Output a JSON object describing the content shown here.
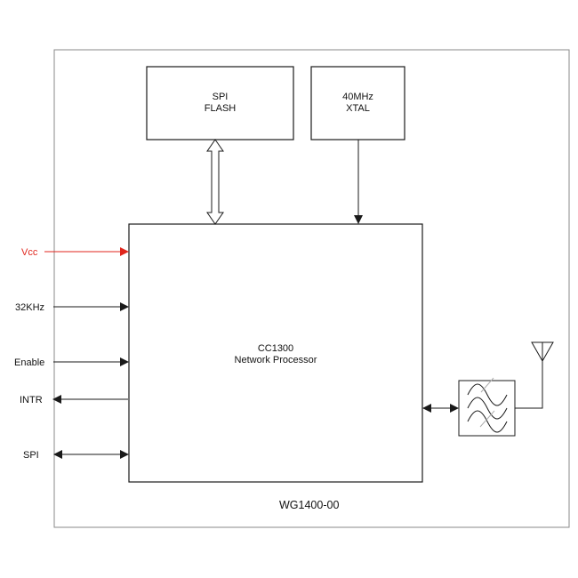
{
  "module_label": "WG1400-00",
  "blocks": {
    "spi_flash": [
      "SPI",
      "FLASH"
    ],
    "xtal": [
      "40MHz",
      "XTAL"
    ],
    "processor": [
      "CC1300",
      "Network Processor"
    ]
  },
  "signals": {
    "vcc": "Vcc",
    "clock_32k": "32KHz",
    "enable": "Enable",
    "intr": "INTR",
    "spi": "SPI"
  },
  "colors": {
    "line": "#1a1a1a",
    "vcc": "#e0261d",
    "border": "#8a8a8a"
  }
}
